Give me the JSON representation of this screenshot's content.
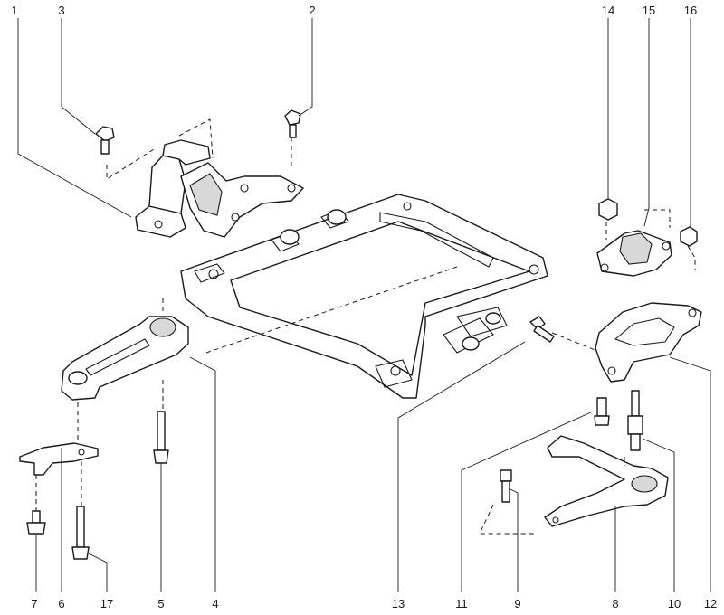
{
  "callouts": [
    {
      "id": "1",
      "label": "1"
    },
    {
      "id": "3",
      "label": "3"
    },
    {
      "id": "2",
      "label": "2"
    },
    {
      "id": "14",
      "label": "14"
    },
    {
      "id": "15",
      "label": "15"
    },
    {
      "id": "16",
      "label": "16"
    },
    {
      "id": "7",
      "label": "7"
    },
    {
      "id": "6",
      "label": "6"
    },
    {
      "id": "17",
      "label": "17"
    },
    {
      "id": "5",
      "label": "5"
    },
    {
      "id": "4",
      "label": "4"
    },
    {
      "id": "13",
      "label": "13"
    },
    {
      "id": "11",
      "label": "11"
    },
    {
      "id": "9",
      "label": "9"
    },
    {
      "id": "8",
      "label": "8"
    },
    {
      "id": "10",
      "label": "10"
    },
    {
      "id": "12",
      "label": "12"
    }
  ]
}
